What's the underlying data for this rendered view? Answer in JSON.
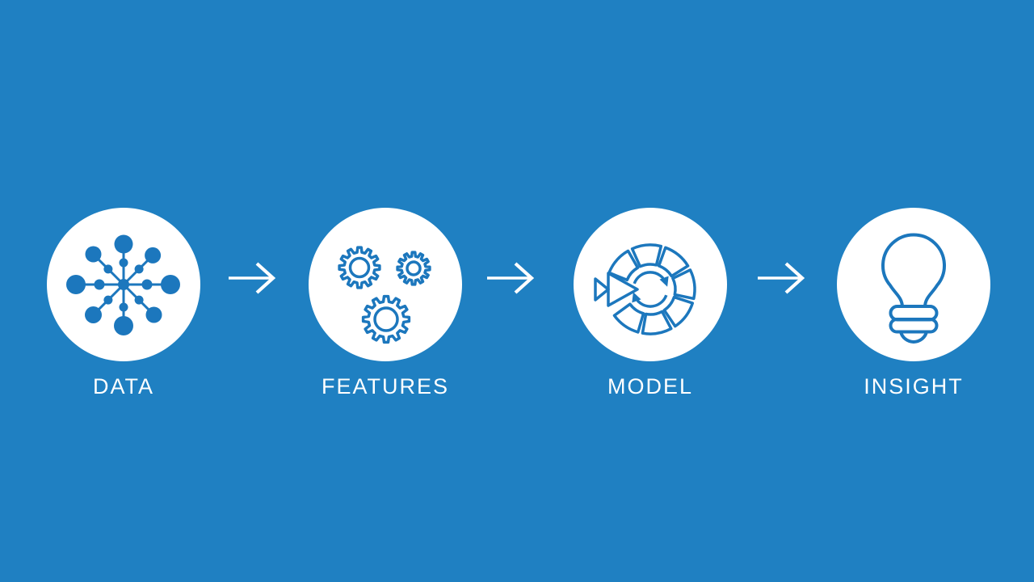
{
  "colors": {
    "background": "#1f80c2",
    "icon_blue": "#1c77bd",
    "circle_fill": "#ffffff",
    "text": "#ffffff"
  },
  "steps": [
    {
      "label": "DATA",
      "icon": "data-network-icon"
    },
    {
      "label": "FEATURES",
      "icon": "gears-icon"
    },
    {
      "label": "MODEL",
      "icon": "model-cycle-icon"
    },
    {
      "label": "INSIGHT",
      "icon": "lightbulb-icon"
    }
  ],
  "connector": {
    "icon": "right-arrow-icon"
  }
}
